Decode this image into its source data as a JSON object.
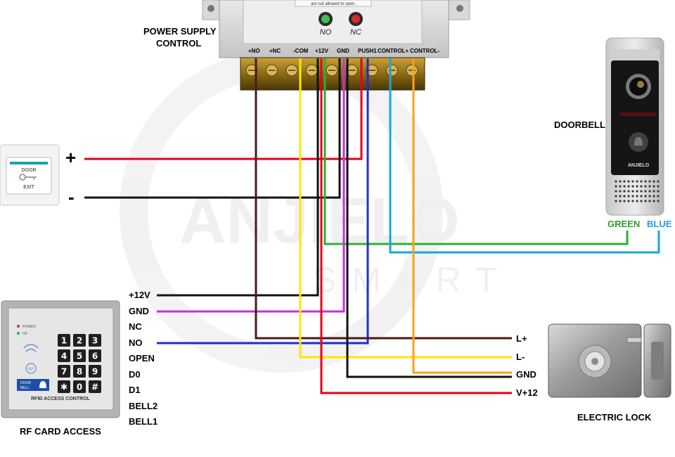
{
  "watermark": {
    "brand_top": "ANJIELO",
    "brand_bottom": "SMART"
  },
  "power_supply": {
    "caption_line1": "POWER SUPPLY",
    "caption_line2": "CONTROL",
    "notice_text": "are not allowed to open.",
    "led_no": "NO",
    "led_nc": "NC",
    "terminals": [
      "+NO",
      "+NC",
      "-COM",
      "+12V",
      "GND",
      "PUSH1",
      "CONTROL+",
      "CONTROL-"
    ]
  },
  "exit_button": {
    "face_line1": "DOOR",
    "face_line2": "EXIT",
    "plus_label": "+",
    "minus_label": "-"
  },
  "doorbell": {
    "caption": "DOORBELL",
    "logo_text": "ANJIELO",
    "green_label": "GREEN",
    "blue_label": "BLUE"
  },
  "rf_reader": {
    "caption": "RF CARD ACCESS",
    "panel_title": "RFID ACCESS CONTROL",
    "status_power": "POWER",
    "status_ok": "OK",
    "rf_badge": "RF",
    "bell_button_line1": "DOOR",
    "bell_button_line2": "BELL",
    "keys": [
      "1",
      "2",
      "3",
      "4",
      "5",
      "6",
      "7",
      "8",
      "9",
      "✱",
      "0",
      "#"
    ],
    "pins": [
      "+12V",
      "GND",
      "NC",
      "NO",
      "OPEN",
      "D0",
      "D1",
      "BELL2",
      "BELL1"
    ]
  },
  "electric_lock": {
    "caption": "ELECTRIC LOCK",
    "pins": [
      "L+",
      "L-",
      "GND",
      "V+12"
    ]
  },
  "colors": {
    "red": "#e3001b",
    "black": "#111111",
    "yellow": "#ffe600",
    "green": "#2fae2f",
    "purple": "#c532d9",
    "blue": "#1f2bd6",
    "brown": "#4a1a14",
    "cyan": "#16a6e4",
    "orange": "#f5a21a",
    "green_text": "#2e9e2e",
    "blue_text": "#1d9fe0"
  }
}
